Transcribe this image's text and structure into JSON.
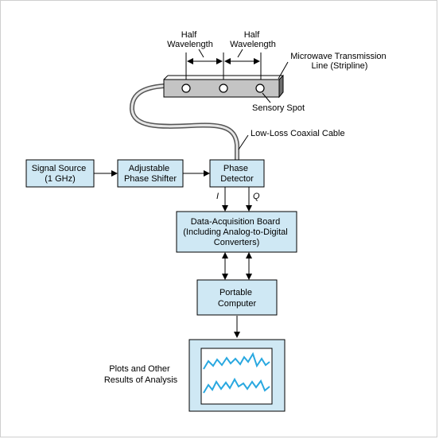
{
  "labels": {
    "half_wavelength_1": [
      "Half",
      "Wavelength"
    ],
    "half_wavelength_2": [
      "Half",
      "Wavelength"
    ],
    "transmission_line": [
      "Microwave Transmission",
      "Line (Stripline)"
    ],
    "sensory_spot": "Sensory Spot",
    "coax_cable": "Low-Loss Coaxial Cable",
    "signal_i": "I",
    "signal_q": "Q",
    "plots": [
      "Plots and Other",
      "Results of Analysis"
    ]
  },
  "blocks": {
    "signal_source": [
      "Signal Source",
      "(1 GHz)"
    ],
    "phase_shifter": [
      "Adjustable",
      "Phase Shifter"
    ],
    "phase_detector": [
      "Phase",
      "Detector"
    ],
    "daq_board": [
      "Data-Acquisition Board",
      "(Including Analog-to-Digital",
      "Converters)"
    ],
    "computer": [
      "Portable",
      "Computer"
    ]
  },
  "colors": {
    "box_fill": "#cfe8f4",
    "plot_line": "#29a8e0",
    "stripline": "#c4c4c4"
  }
}
